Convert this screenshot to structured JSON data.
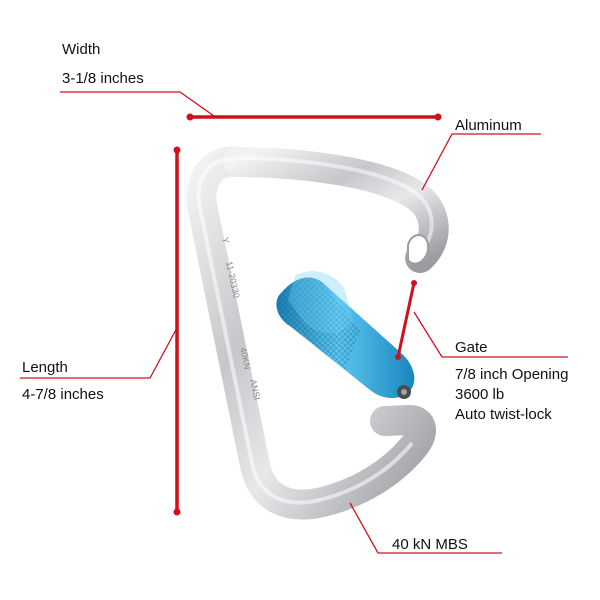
{
  "width": {
    "title": "Width",
    "value": "3-1/8 inches"
  },
  "material": {
    "title": "Aluminum"
  },
  "gate": {
    "title": "Gate",
    "line1": "7/8 inch Opening",
    "line2": "3600 lb",
    "line3": "Auto twist-lock"
  },
  "length": {
    "title": "Length",
    "value": "4-7/8 inches"
  },
  "strength": {
    "title": "40 kN MBS"
  },
  "engraving": {
    "mark1": "Y",
    "mark2": "11-20330",
    "mark3": "40KN",
    "mark4": "ANSI"
  },
  "colors": {
    "accent": "#d0101b",
    "gate_blue": "#2aa6d8",
    "aluminum": "#c9cbce"
  }
}
